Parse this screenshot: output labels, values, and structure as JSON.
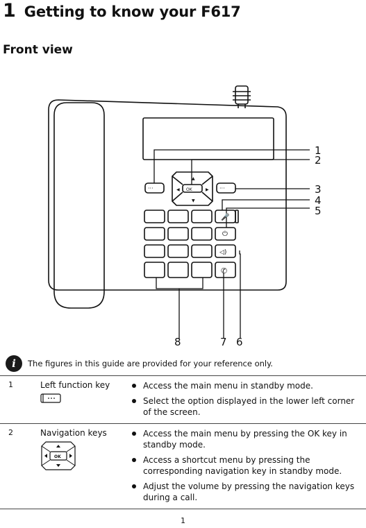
{
  "chapter": {
    "number": "1",
    "title": "Getting to know your F617"
  },
  "section": {
    "title": "Front view"
  },
  "figure": {
    "callouts": [
      "1",
      "2",
      "3",
      "4",
      "5",
      "8",
      "7",
      "6"
    ]
  },
  "note": {
    "text": "The figures in this guide are provided for your reference only."
  },
  "keys": [
    {
      "number": "1",
      "name": "Left function key",
      "icon": "left-function-key-icon",
      "descriptions": [
        "Access the main menu in standby mode.",
        "Select the option displayed in the lower left corner of the screen."
      ]
    },
    {
      "number": "2",
      "name": "Navigation keys",
      "icon": "navigation-keys-icon",
      "icon_label": "OK",
      "descriptions": [
        "Access the main menu by pressing the OK key in standby mode.",
        "Access a shortcut menu by pressing the corresponding navigation key in standby mode.",
        "Adjust the volume by pressing the navigation keys during a call."
      ]
    }
  ],
  "page": {
    "number": "1"
  }
}
